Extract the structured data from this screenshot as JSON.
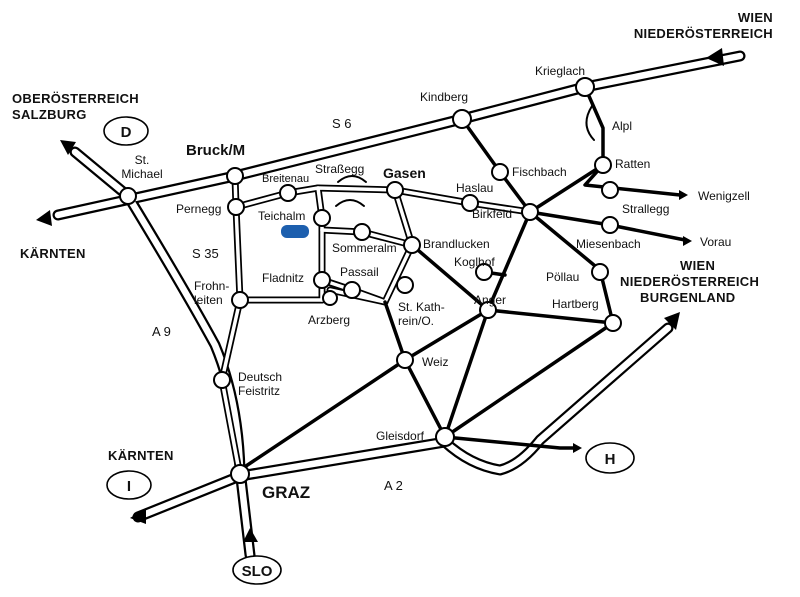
{
  "towns": {
    "bruck": "Bruck/M",
    "st_michael_1": "St.",
    "st_michael_2": "Michael",
    "pernegg": "Pernegg",
    "breitenau": "Breitenau",
    "strassegg": "Straßegg",
    "gasen": "Gasen",
    "teichalm": "Teichalm",
    "sommeralm": "Sommeralm",
    "brandlucken": "Brandlucken",
    "fladnitz": "Fladnitz",
    "passail": "Passail",
    "arzberg": "Arzberg",
    "frohnleiten_1": "Frohn-",
    "frohnleiten_2": "leiten",
    "deutsch_feistritz_1": "Deutsch",
    "deutsch_feistritz_2": "Feistritz",
    "graz": "GRAZ",
    "weiz": "Weiz",
    "st_kathrein_1": "St. Kath-",
    "st_kathrein_2": "rein/O.",
    "gleisdorf": "Gleisdorf",
    "kindberg": "Kindberg",
    "krieglach": "Krieglach",
    "alpl": "Alpl",
    "ratten": "Ratten",
    "fischbach": "Fischbach",
    "haslau": "Haslau",
    "birkfeld": "Birkfeld",
    "wenigzell": "Wenigzell",
    "strallegg": "Strallegg",
    "vorau": "Vorau",
    "miesenbach": "Miesenbach",
    "koglhof": "Koglhof",
    "poellau": "Pöllau",
    "anger": "Anger",
    "hartberg": "Hartberg"
  },
  "regions": {
    "ne_1": "WIEN",
    "ne_2": "NIEDERÖSTERREICH",
    "nw_1": "OBERÖSTERREICH",
    "nw_2": "SALZBURG",
    "w": "KÄRNTEN",
    "e_1": "WIEN",
    "e_2": "NIEDERÖSTERREICH",
    "e_3": "BURGENLAND",
    "sw": "KÄRNTEN"
  },
  "country_codes": {
    "d": "D",
    "i": "I",
    "h": "H",
    "slo": "SLO"
  },
  "roads": {
    "s6": "S 6",
    "s35": "S 35",
    "a9": "A 9",
    "a2": "A 2"
  },
  "colors": {
    "lake": "#1d5fae",
    "ink": "#000000",
    "background": "#ffffff"
  }
}
